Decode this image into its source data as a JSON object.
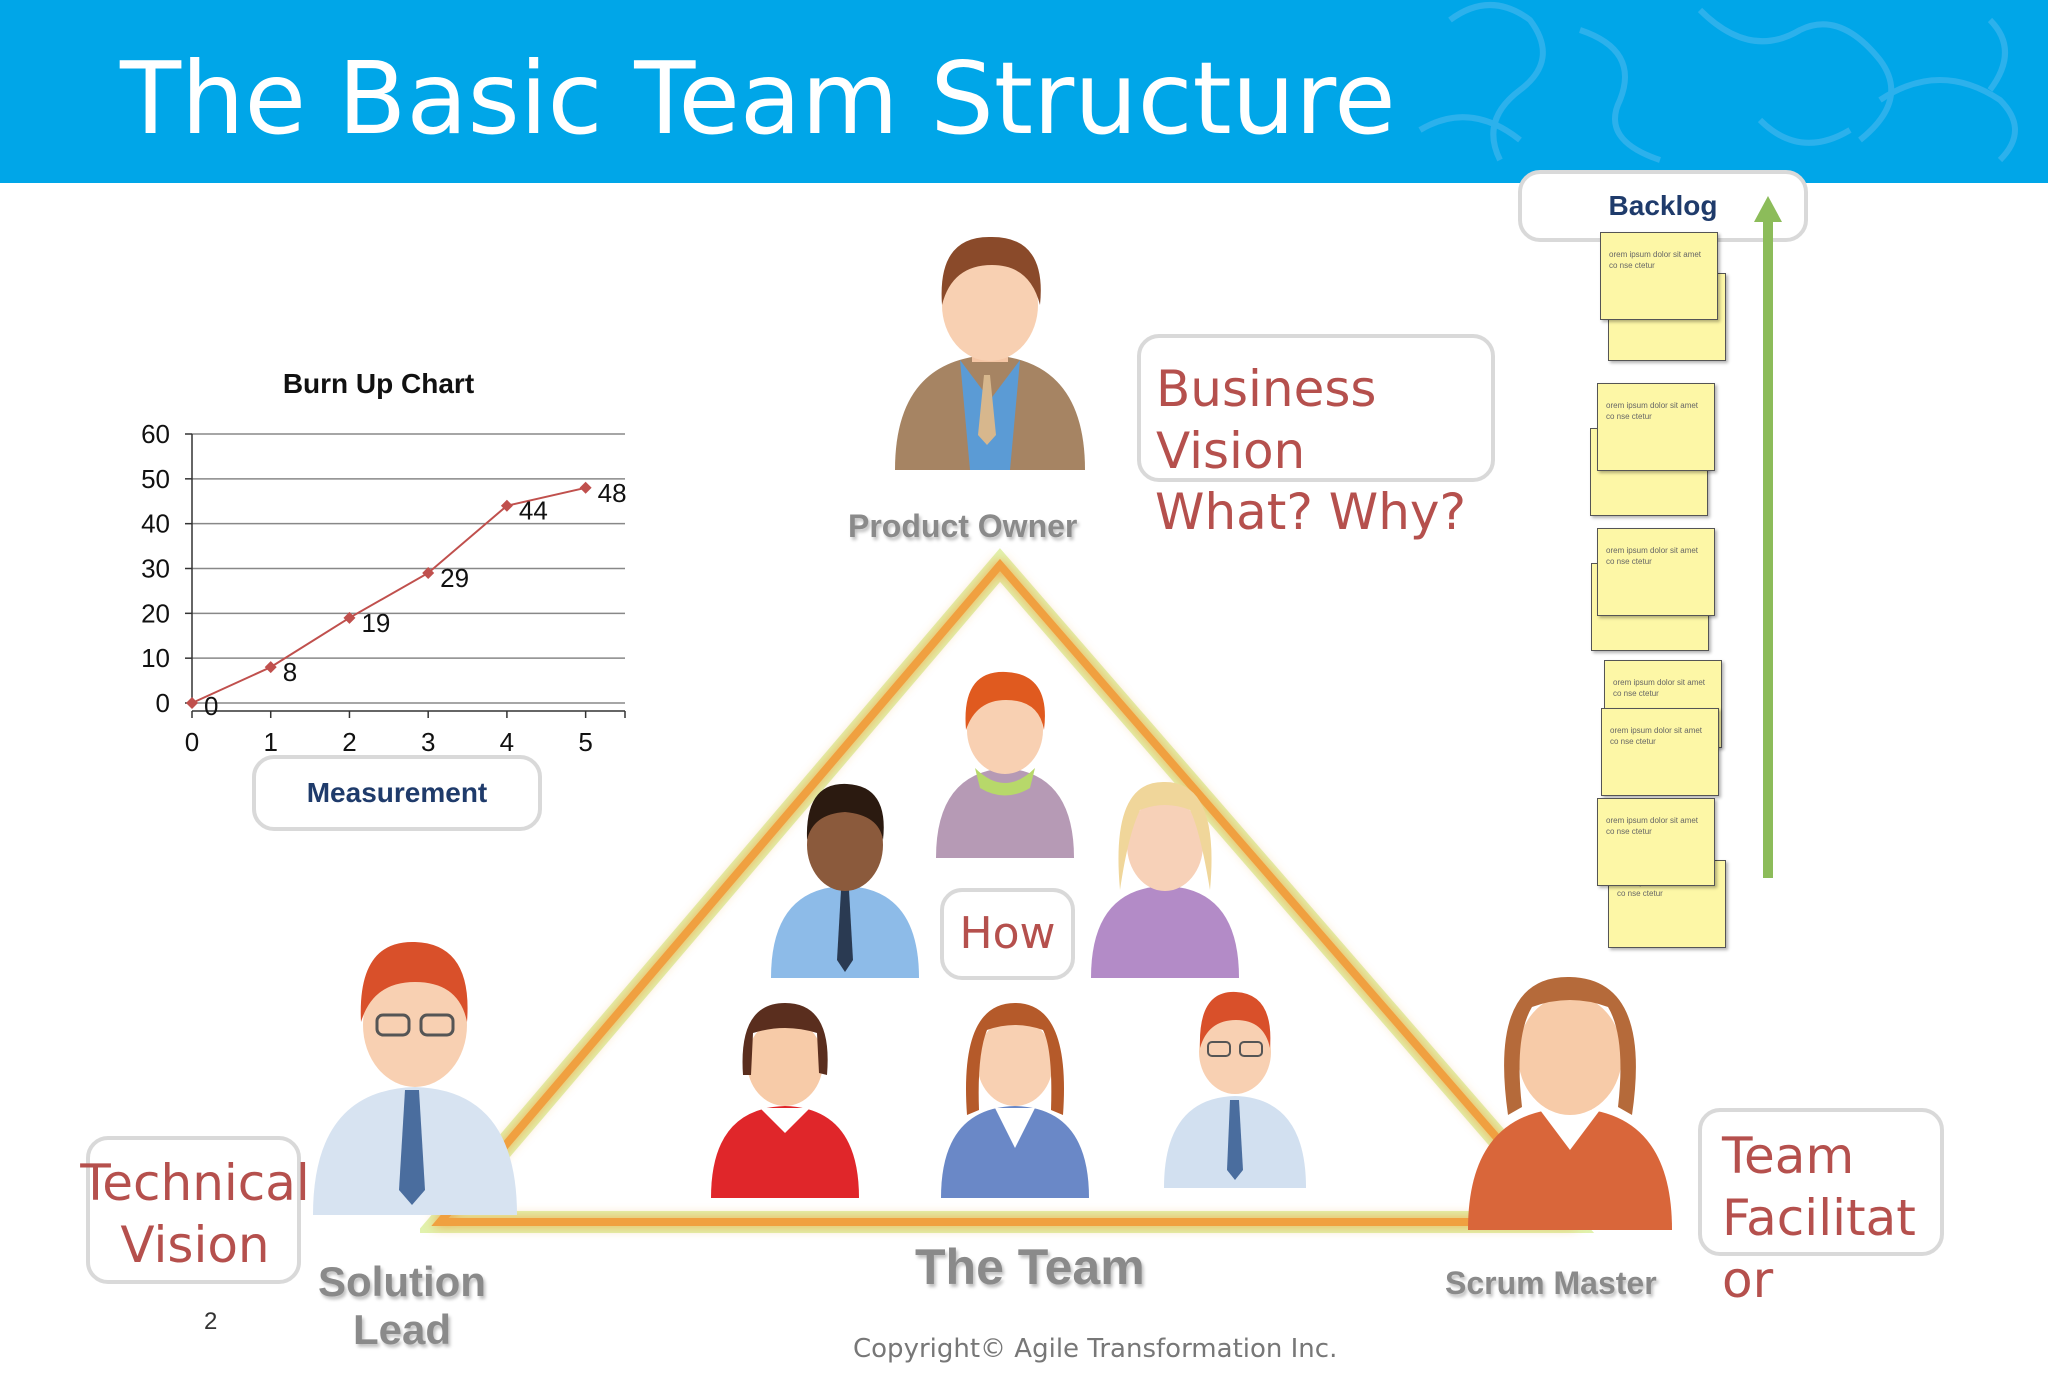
{
  "slide": {
    "title": "The Basic Team Structure",
    "page_number": "2",
    "copyright": "Copyright© Agile Transformation Inc."
  },
  "roles": {
    "product_owner": "Product Owner",
    "team": "The Team",
    "scrum_master": "Scrum Master",
    "solution_lead_line1": "Solution",
    "solution_lead_line2": "Lead"
  },
  "callouts": {
    "business_vision": "Business Vision",
    "what_why": "What? Why?",
    "how": "How",
    "technical_vision": "Technical Vision",
    "team_facilitator_line1": "Team",
    "team_facilitator_line2": "Facilitat",
    "team_facilitator_line3": "or",
    "measurement": "Measurement",
    "backlog": "Backlog"
  },
  "notes": {
    "text": "orem ipsum dolor sit amet co nse ctetur"
  },
  "colors": {
    "banner": "#00a6e8",
    "callout_text": "#b5504d",
    "label_blue": "#1f3b6b",
    "triangle": "#f0a040",
    "arrow": "#8cbc5a",
    "note": "#fdf7a6"
  },
  "chart_data": {
    "type": "line",
    "title": "Burn Up Chart",
    "x": [
      0,
      1,
      2,
      3,
      4,
      5
    ],
    "values": [
      0,
      8,
      19,
      29,
      44,
      48
    ],
    "data_labels": [
      "0",
      "8",
      "19",
      "29",
      "44",
      "48"
    ],
    "xlim": [
      0,
      5.5
    ],
    "ylim": [
      0,
      60
    ],
    "y_ticks": [
      0,
      10,
      20,
      30,
      40,
      50,
      60
    ],
    "x_ticks": [
      0,
      1,
      2,
      3,
      4,
      5
    ],
    "grid": true,
    "series_color": "#c0504d"
  }
}
